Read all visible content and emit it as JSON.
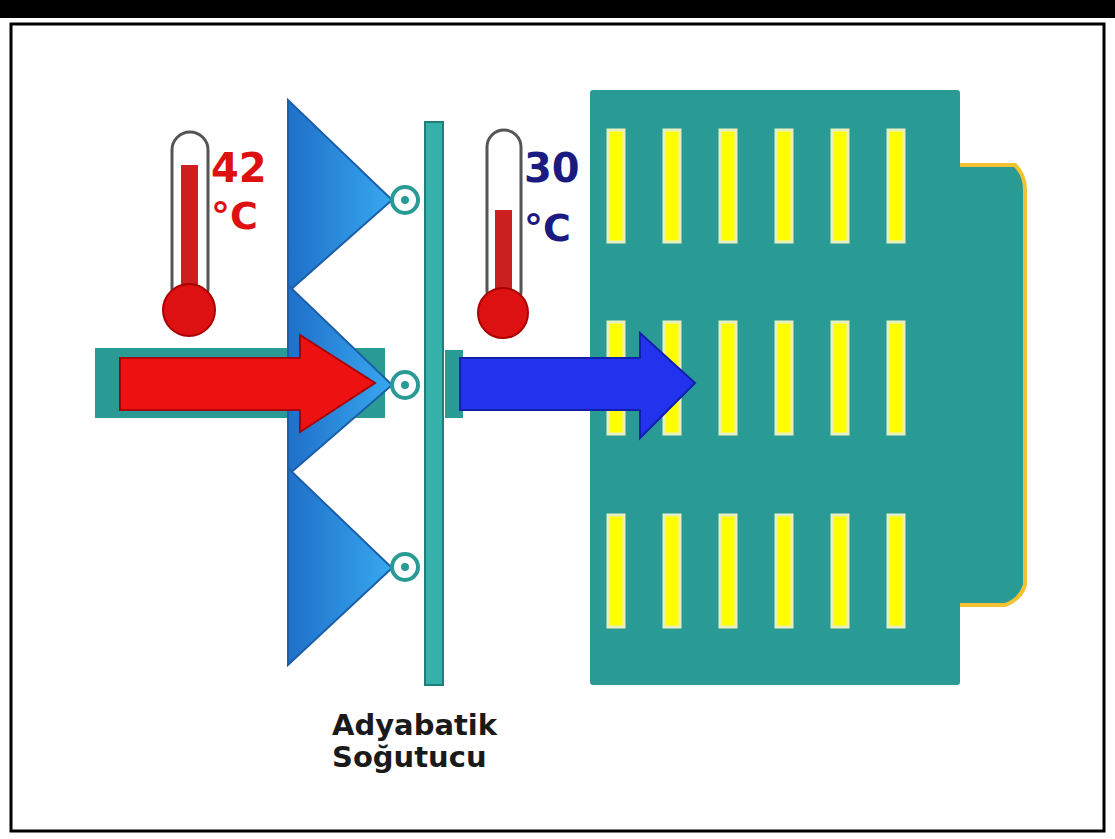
{
  "diagram": {
    "labels": [
      "42",
      "°C",
      "30",
      "°C",
      "Adyabatik Soğutucu"
    ]
  }
}
